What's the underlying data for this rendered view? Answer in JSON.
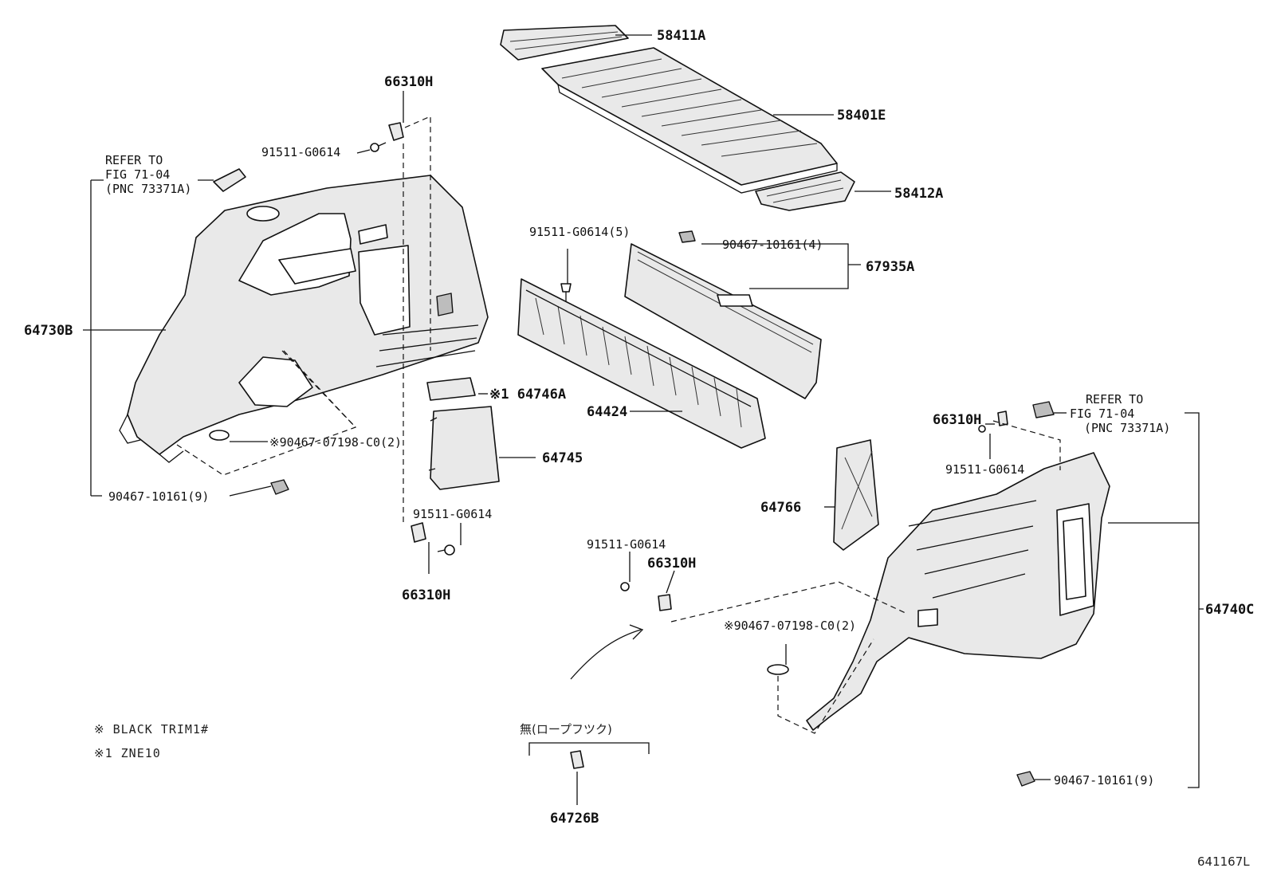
{
  "labels": {
    "p58411a": "58411A",
    "p58401e": "58401E",
    "p58412a": "58412A",
    "p66310h_top": "66310H",
    "p91511_top": "91511-G0614",
    "refer_left_1": "REFER TO",
    "refer_left_2": "FIG 71-04",
    "refer_left_3": "(PNC 73371A)",
    "p64730b": "64730B",
    "p90467_07198_left": "※90467-07198-C0(2)",
    "p90467_10161_left": "90467-10161(9)",
    "p64746a": "※1 64746A",
    "p64745": "64745",
    "p91511_mid": "91511-G0614",
    "p66310h_bottom_left": "66310H",
    "p91511_5": "91511-G0614(5)",
    "p90467_10161_4": "90467-10161(4)",
    "p67935a": "67935A",
    "p64424": "64424",
    "p66310h_right": "66310H",
    "p91511_right": "91511-G0614",
    "refer_right_1": "REFER TO",
    "refer_right_2": "FIG 71-04",
    "refer_right_3": "(PNC 73371A)",
    "p64766": "64766",
    "p91511_center": "91511-G0614",
    "p66310h_center": "66310H",
    "p90467_07198_right": "※90467-07198-C0(2)",
    "p64740c": "64740C",
    "p90467_10161_right": "90467-10161(9)",
    "rope_hook": "無(ロープフツク)",
    "p64726b": "64726B",
    "note1": "※  BLACK TRIM1#",
    "note2": "※1 ZNE10",
    "figure_id": "641167L"
  }
}
